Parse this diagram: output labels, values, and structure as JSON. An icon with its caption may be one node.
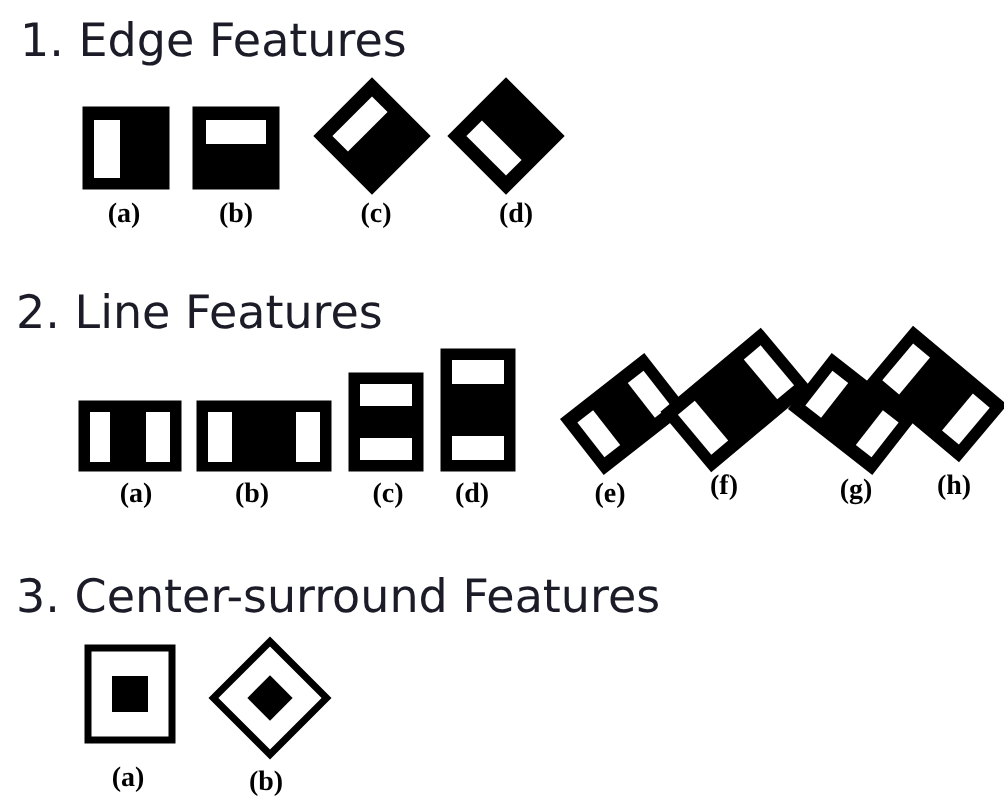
{
  "diagram": {
    "labels": [
      "1. Edge Features",
      "(a)",
      "(b)",
      "(c)",
      "(d)",
      "2. Line Features",
      "(a)",
      "(b)",
      "(c)",
      "(d)",
      "(e)",
      "(f)",
      "(g)",
      "(h)",
      "3. Center-surround Features",
      "(a)",
      "(b)"
    ]
  }
}
